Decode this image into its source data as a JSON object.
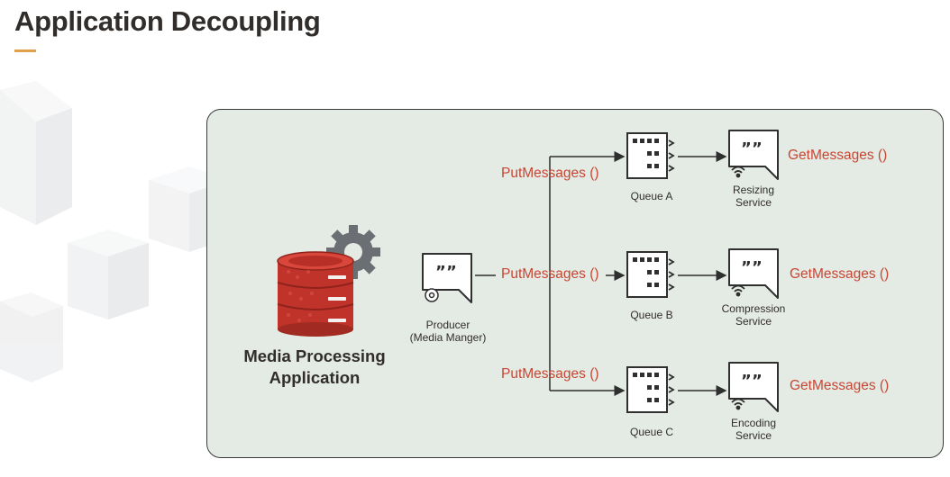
{
  "header": {
    "title": "Application Decoupling"
  },
  "application": {
    "label_line1": "Media Processing",
    "label_line2": "Application"
  },
  "producer": {
    "label_line1": "Producer",
    "label_line2": "(Media Manger)"
  },
  "queues": [
    {
      "label": "Queue A"
    },
    {
      "label": "Queue B"
    },
    {
      "label": "Queue C"
    }
  ],
  "services": [
    {
      "label_line1": "Resizing",
      "label_line2": "Service"
    },
    {
      "label_line1": "Compression",
      "label_line2": "Service"
    },
    {
      "label_line1": "Encoding",
      "label_line2": "Service"
    }
  ],
  "put_messages": [
    "PutMessages ()",
    "PutMessages ()",
    "PutMessages ()"
  ],
  "get_messages": [
    "GetMessages ()",
    "GetMessages ()",
    "GetMessages ()"
  ],
  "colors": {
    "accent_red": "#c74634",
    "panel_bg": "#e4ebe4",
    "underline": "#e1a04c",
    "text": "#312d2a"
  },
  "icons": [
    "database-icon",
    "gear-icon",
    "message-producer-icon",
    "queue-icon",
    "message-service-icon",
    "wifi-icon"
  ]
}
